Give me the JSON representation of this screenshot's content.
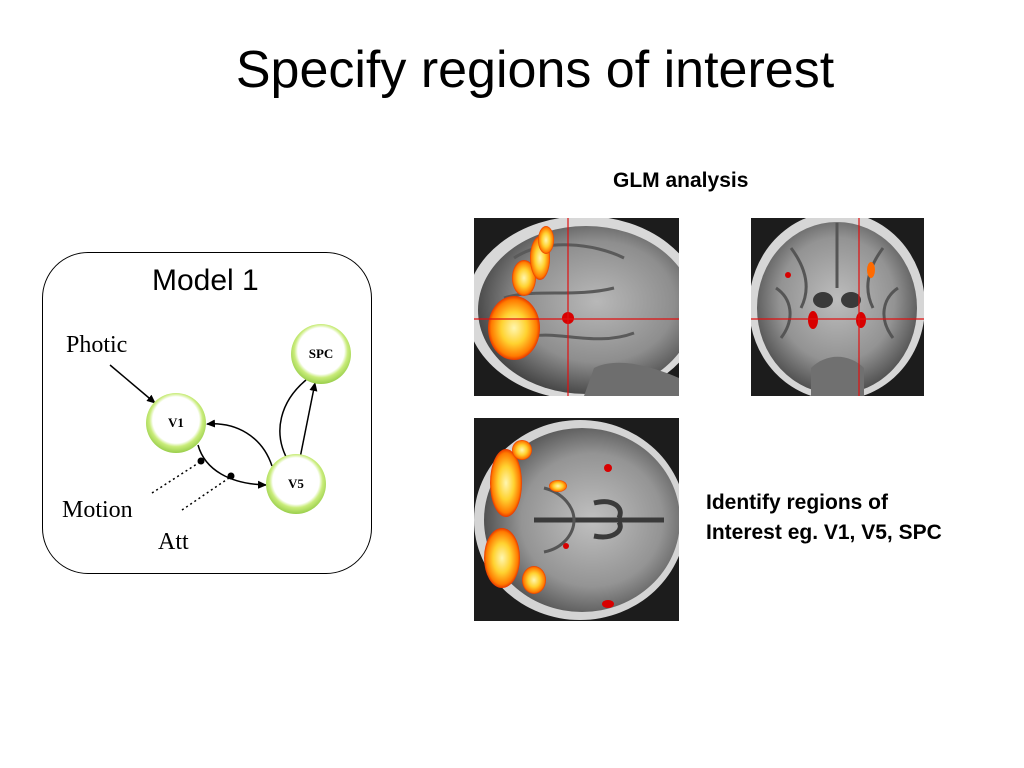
{
  "slide": {
    "title": "Specify regions of interest"
  },
  "model": {
    "title": "Model 1",
    "inputs": {
      "photic": "Photic",
      "motion": "Motion",
      "att": "Att"
    },
    "nodes": {
      "v1": "V1",
      "v5": "V5",
      "spc": "SPC"
    },
    "colors": {
      "node_green": "#8cc63f"
    }
  },
  "glm": {
    "heading": "GLM analysis",
    "description_line1": "Identify regions of",
    "description_line2": "Interest eg. V1, V5, SPC",
    "colors": {
      "crosshair": "#e01010",
      "activation_hot": "#ffe34d",
      "activation_mid": "#ff8a00",
      "activation_low": "#d80000"
    }
  }
}
